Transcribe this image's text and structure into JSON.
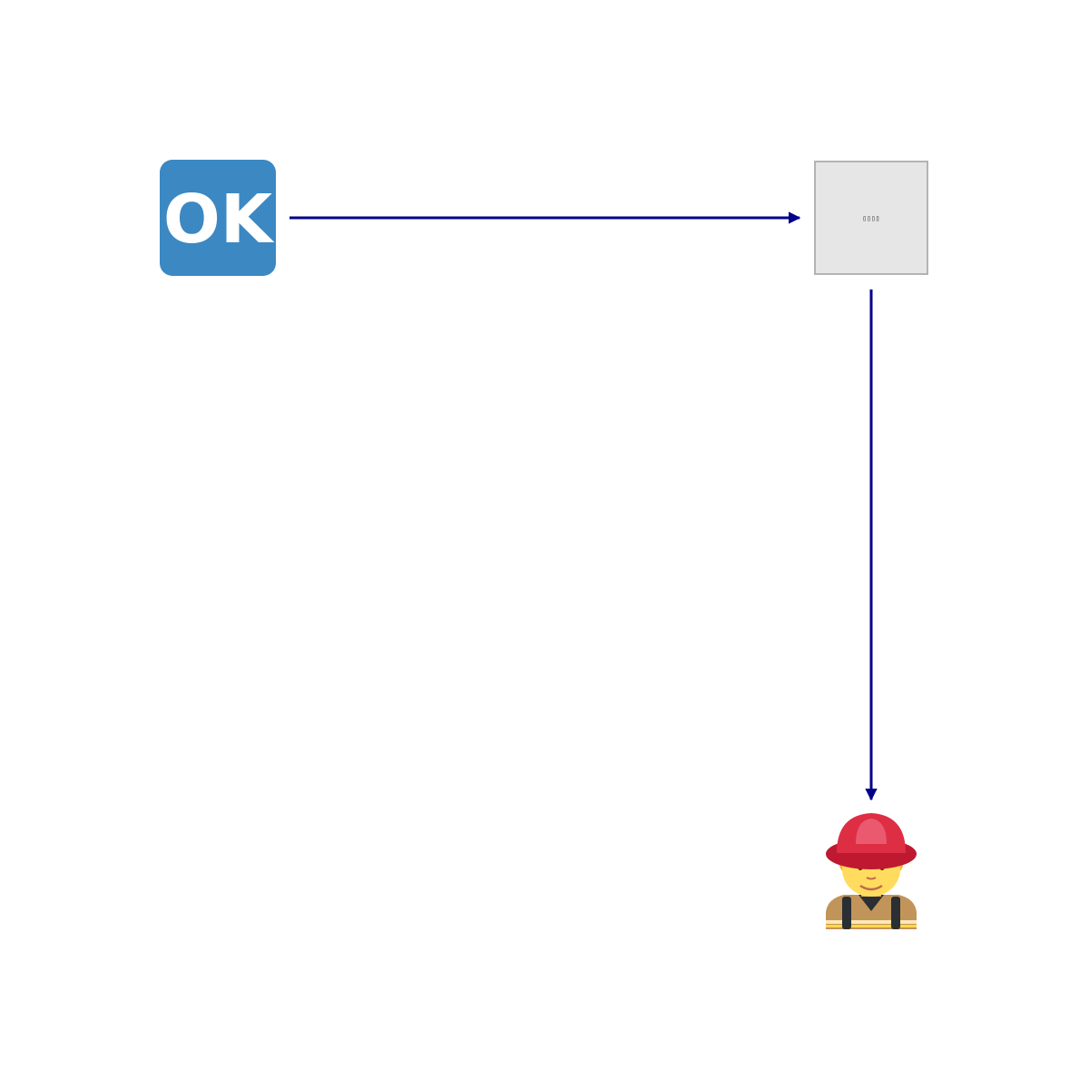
{
  "nodes": {
    "ok_node": {
      "label": "OK",
      "icon": "ok-button-icon",
      "background": "#3b88c3",
      "text_color": "#ffffff"
    },
    "middle_node": {
      "icon": "missing-glyph-icon",
      "label": "▯▯▯▯",
      "background": "#e6e6e6",
      "border": "#b3b3b3"
    },
    "firefighter_node": {
      "icon": "firefighter-icon",
      "helmet_color": "#dd2e44",
      "face_color": "#ffdc5d",
      "hair_color": "#ffac33",
      "jacket_color": "#c1945a"
    }
  },
  "edges": [
    {
      "from": "ok_node",
      "to": "middle_node",
      "color": "#00008b"
    },
    {
      "from": "middle_node",
      "to": "firefighter_node",
      "color": "#00008b"
    }
  ]
}
